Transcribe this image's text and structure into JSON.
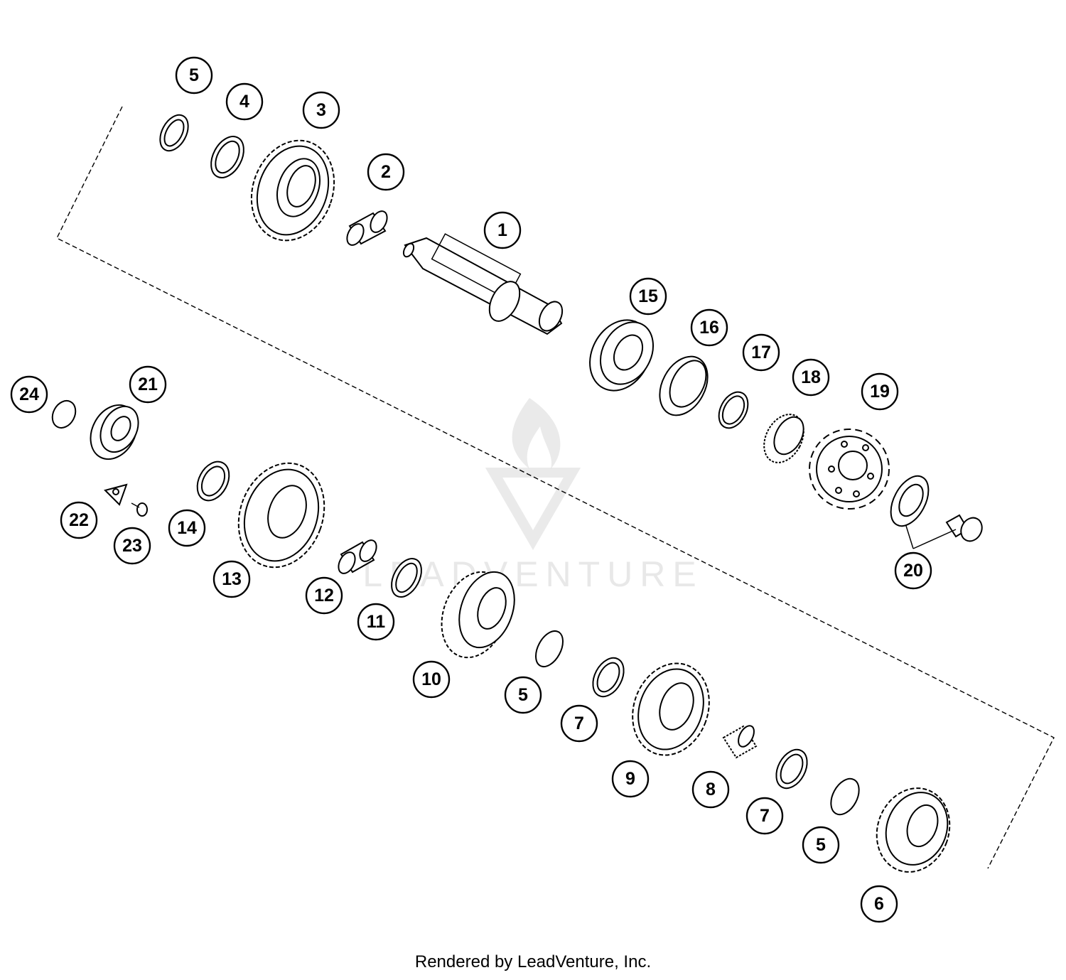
{
  "diagram": {
    "callouts": [
      "5",
      "4",
      "3",
      "2",
      "1",
      "15",
      "16",
      "17",
      "18",
      "19",
      "20",
      "24",
      "21",
      "22",
      "23",
      "14",
      "13",
      "12",
      "11",
      "10",
      "5",
      "7",
      "9",
      "8",
      "7",
      "5",
      "6"
    ]
  },
  "watermark": {
    "text": "LEADVENTURE"
  },
  "footer": {
    "credit": "Rendered by LeadVenture, Inc."
  }
}
